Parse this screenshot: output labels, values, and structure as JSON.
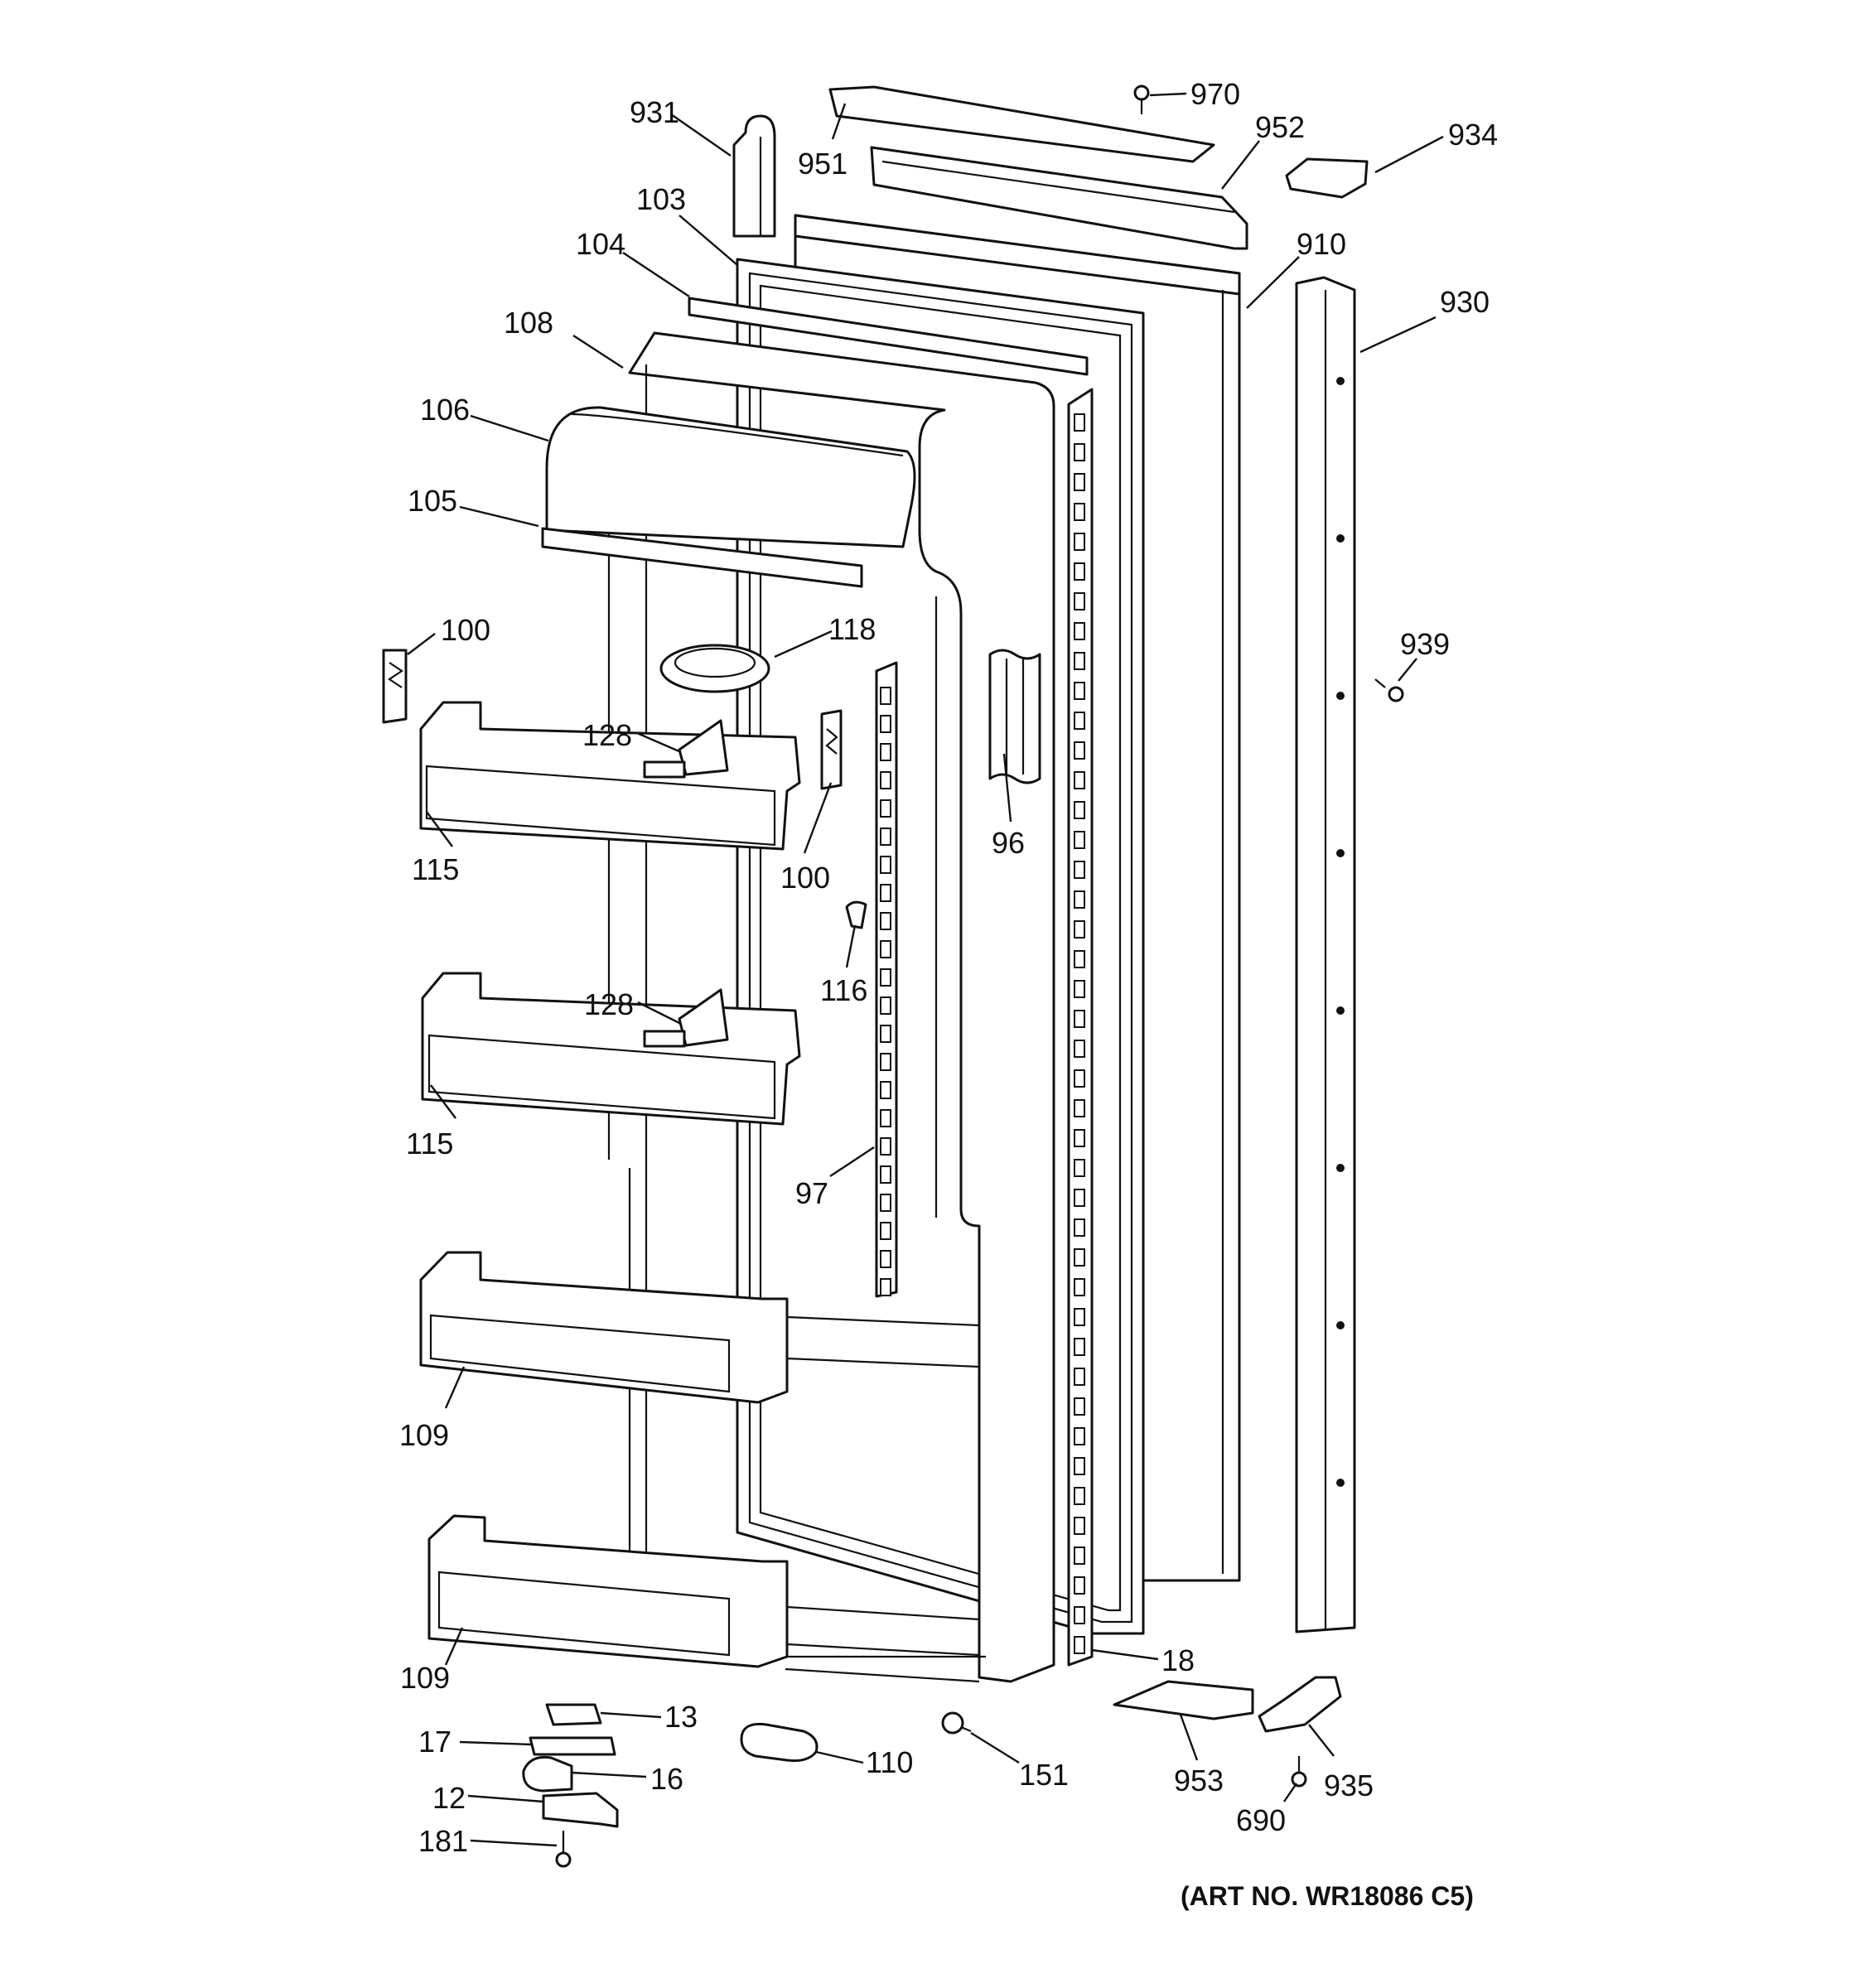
{
  "art_number": "(ART NO. WR18086 C5)",
  "callouts": [
    {
      "id": "931",
      "label": "931"
    },
    {
      "id": "951",
      "label": "951"
    },
    {
      "id": "970",
      "label": "970"
    },
    {
      "id": "952",
      "label": "952"
    },
    {
      "id": "934",
      "label": "934"
    },
    {
      "id": "103",
      "label": "103"
    },
    {
      "id": "104",
      "label": "104"
    },
    {
      "id": "910",
      "label": "910"
    },
    {
      "id": "930",
      "label": "930"
    },
    {
      "id": "108",
      "label": "108"
    },
    {
      "id": "106",
      "label": "106"
    },
    {
      "id": "105",
      "label": "105"
    },
    {
      "id": "100a",
      "label": "100"
    },
    {
      "id": "118",
      "label": "118"
    },
    {
      "id": "939",
      "label": "939"
    },
    {
      "id": "128a",
      "label": "128"
    },
    {
      "id": "115a",
      "label": "115"
    },
    {
      "id": "100b",
      "label": "100"
    },
    {
      "id": "96",
      "label": "96"
    },
    {
      "id": "116",
      "label": "116"
    },
    {
      "id": "128b",
      "label": "128"
    },
    {
      "id": "115b",
      "label": "115"
    },
    {
      "id": "97",
      "label": "97"
    },
    {
      "id": "109a",
      "label": "109"
    },
    {
      "id": "109b",
      "label": "109"
    },
    {
      "id": "18",
      "label": "18"
    },
    {
      "id": "13",
      "label": "13"
    },
    {
      "id": "17",
      "label": "17"
    },
    {
      "id": "16",
      "label": "16"
    },
    {
      "id": "12",
      "label": "12"
    },
    {
      "id": "181",
      "label": "181"
    },
    {
      "id": "110",
      "label": "110"
    },
    {
      "id": "151",
      "label": "151"
    },
    {
      "id": "953",
      "label": "953"
    },
    {
      "id": "690",
      "label": "690"
    },
    {
      "id": "935",
      "label": "935"
    }
  ]
}
